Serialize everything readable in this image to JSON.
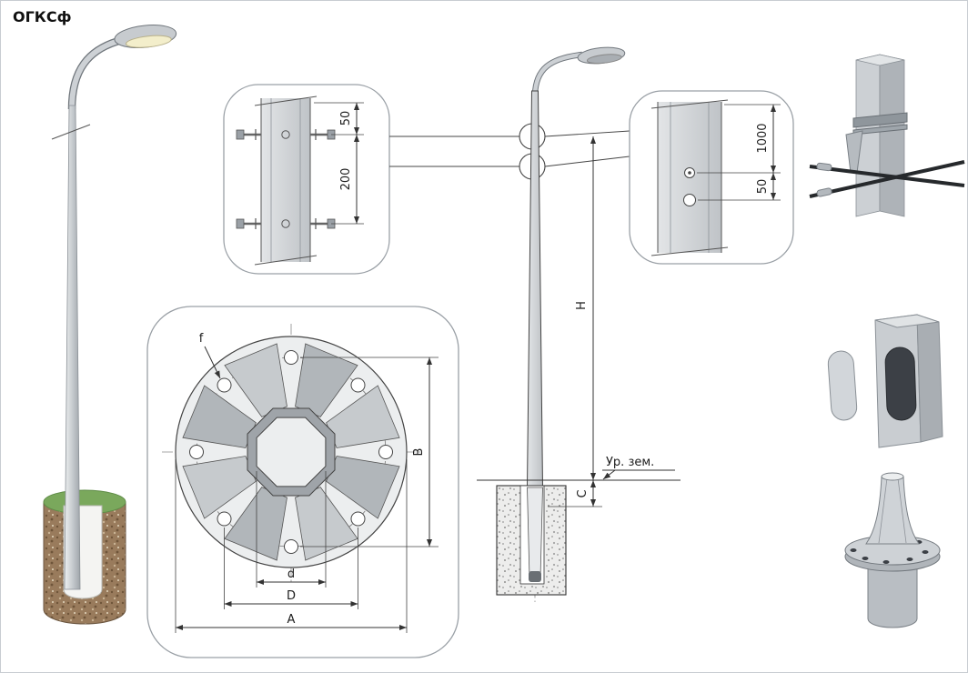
{
  "title": "ОГКСф",
  "detail_top_left": {
    "dim_top": "50",
    "dim_between": "200"
  },
  "detail_top_right": {
    "dim_upper": "1000",
    "dim_lower": "50"
  },
  "flange_view": {
    "hole_dia_label": "f",
    "bolt_span_label": "B",
    "inner_width_label": "d",
    "bolt_circle_label": "D",
    "outer_dia_label": "A"
  },
  "elevation": {
    "height_label": "H",
    "embed_label": "C",
    "ground_label": "Ур. зем."
  },
  "colors": {
    "line": "#333333",
    "pole_fill": "#c7cbcf",
    "grass": "#7aa85c",
    "soil": "#997b5c",
    "lamp_underside": "#f3eecb",
    "cable": "#26292c",
    "background": "#ffffff"
  }
}
